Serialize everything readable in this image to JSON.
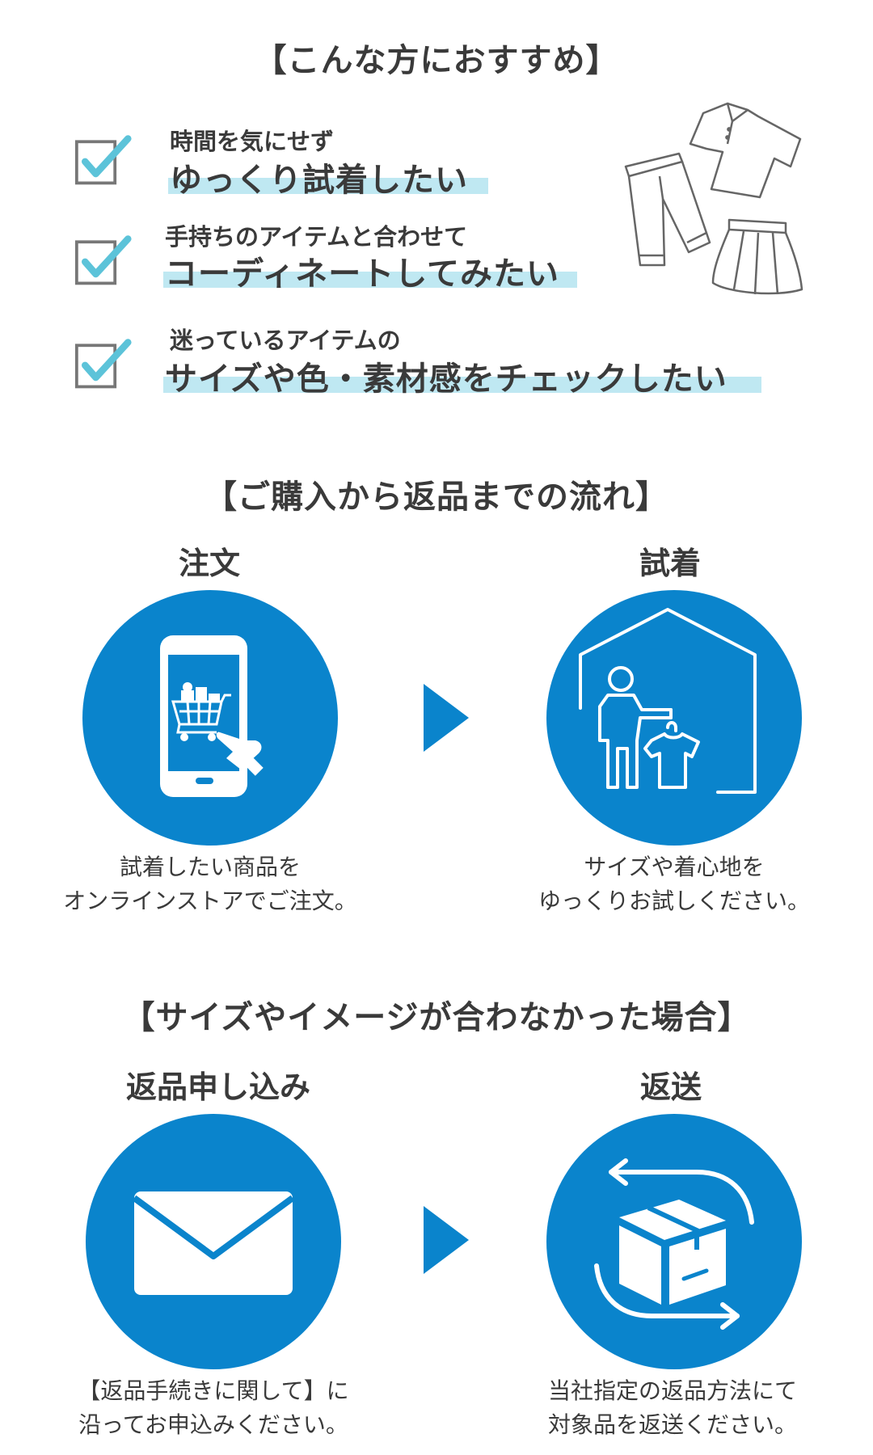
{
  "recommend": {
    "title": "【こんな方におすすめ】",
    "items": [
      {
        "small": "時間を気にせず",
        "big": "ゆっくり試着したい"
      },
      {
        "small": "手持ちのアイテムと合わせて",
        "big": "コーディネートしてみたい"
      },
      {
        "small": "迷っているアイテムの",
        "big": "サイズや色・素材感をチェックしたい"
      }
    ],
    "icons": [
      "checkbox-icon",
      "clothes-illustration"
    ]
  },
  "flow": {
    "title": "【ご購入から返品までの流れ】",
    "steps": [
      {
        "label": "注文",
        "caption1": "試着したい商品を",
        "caption2": "オンラインストアでご注文。",
        "icon": "smartphone-cart-icon"
      },
      {
        "label": "試着",
        "caption1": "サイズや着心地を",
        "caption2": "ゆっくりお試しください。",
        "icon": "house-tryon-icon"
      }
    ]
  },
  "return": {
    "title": "【サイズやイメージが合わなかった場合】",
    "steps": [
      {
        "label": "返品申し込み",
        "caption1": "【返品手続きに関して】に",
        "caption2": "沿ってお申込みください。",
        "icon": "envelope-icon"
      },
      {
        "label": "返送",
        "caption1": "当社指定の返品方法にて",
        "caption2": "対象品を返送ください。",
        "icon": "box-return-icon"
      }
    ]
  },
  "colors": {
    "accent": "#0a84cc",
    "highlight": "#bfe8f2",
    "check": "#5cc3d9",
    "text": "#3a3a3a"
  }
}
